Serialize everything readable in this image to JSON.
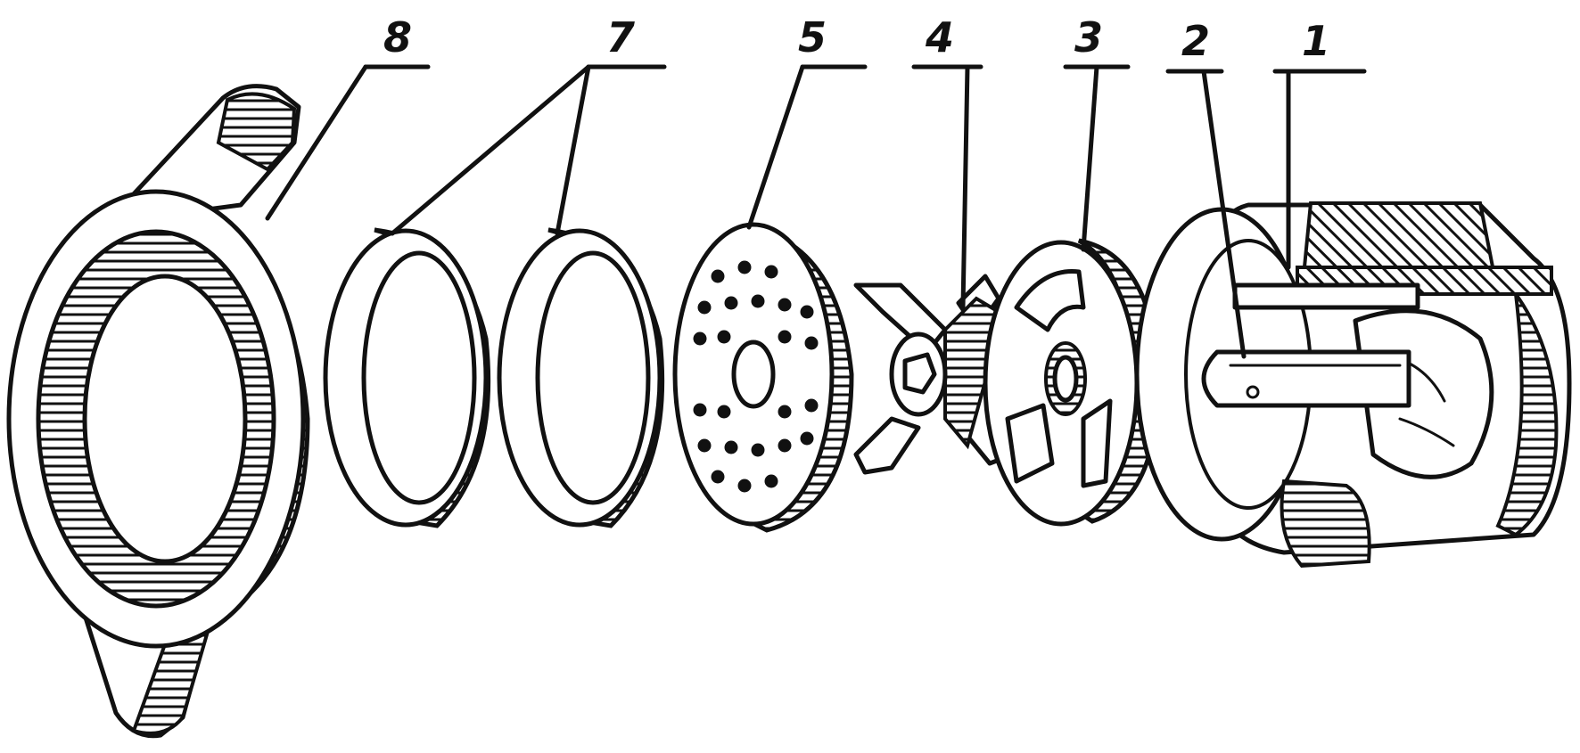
{
  "diagram": {
    "parts": [
      {
        "id": "part-8",
        "label": "8"
      },
      {
        "id": "part-7",
        "label": "7"
      },
      {
        "id": "part-5",
        "label": "5"
      },
      {
        "id": "part-4",
        "label": "4"
      },
      {
        "id": "part-3",
        "label": "3"
      },
      {
        "id": "part-2",
        "label": "2"
      },
      {
        "id": "part-1",
        "label": "1"
      }
    ]
  }
}
